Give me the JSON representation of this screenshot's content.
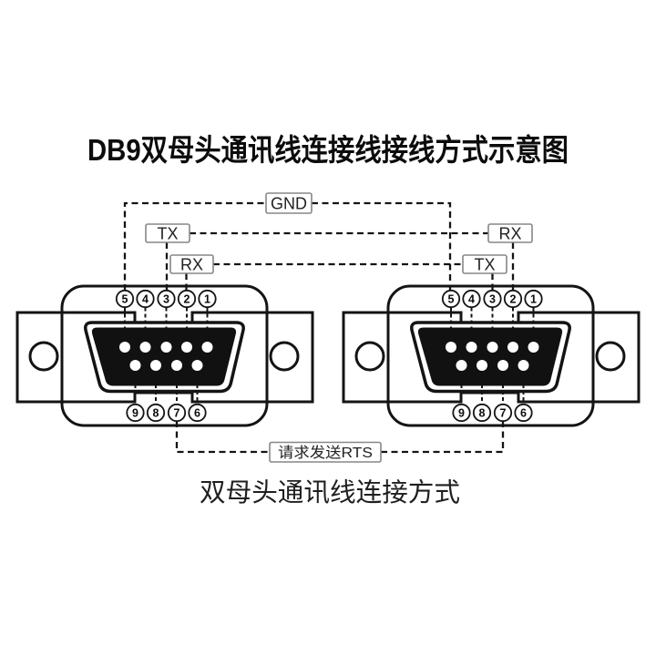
{
  "title": "DB9双母头通讯线连接线接线方式示意图",
  "caption": "双母头通讯线连接方式",
  "wire_labels": {
    "gnd": "GND",
    "left_tx": "TX",
    "left_rx": "RX",
    "right_rx": "RX",
    "right_tx": "TX",
    "rts": "请求发送RTS"
  },
  "connectors": {
    "left": {
      "top_pins": [
        "5",
        "4",
        "3",
        "2",
        "1"
      ],
      "bottom_pins": [
        "9",
        "8",
        "7",
        "6"
      ]
    },
    "right": {
      "top_pins": [
        "5",
        "4",
        "3",
        "2",
        "1"
      ],
      "bottom_pins": [
        "9",
        "8",
        "7",
        "6"
      ]
    }
  },
  "connections": [
    {
      "wire": "GND",
      "from_pin": "5",
      "to_pin": "5"
    },
    {
      "wire": "TX→RX",
      "from_pin": "3",
      "to_pin": "2"
    },
    {
      "wire": "RX→TX",
      "from_pin": "2",
      "to_pin": "3"
    },
    {
      "wire": "请求发送RTS",
      "from_pin": "7",
      "to_pin": "7"
    }
  ],
  "colors": {
    "line": "#141414",
    "box_border": "#878787",
    "shell_fill": "#111111"
  }
}
